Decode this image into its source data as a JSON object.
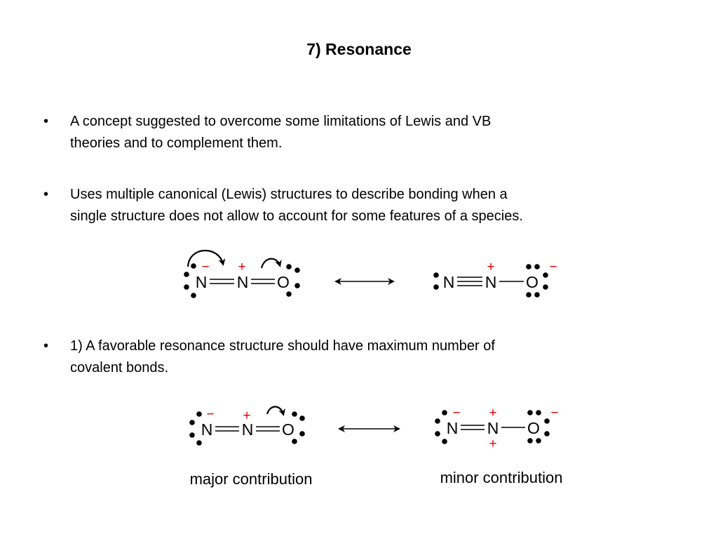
{
  "slide": {
    "title": "7) Resonance",
    "bullets": [
      {
        "marker": "•",
        "lines": [
          "A concept suggested to overcome some limitations of Lewis and VB",
          "theories and to complement them."
        ]
      },
      {
        "marker": "•",
        "lines": [
          "Uses multiple canonical (Lewis) structures to describe bonding when a",
          "single structure does not allow to account for some features of a species."
        ]
      },
      {
        "marker": "•",
        "lines": [
          "1) A favorable resonance structure should have maximum number of",
          "covalent bonds."
        ]
      }
    ]
  },
  "schemes": {
    "top": {
      "left": {
        "atoms": [
          "N",
          "N",
          "O"
        ],
        "charges": [
          "−",
          "+"
        ]
      },
      "right": {
        "atoms": [
          "N",
          "N",
          "O"
        ],
        "charges": [
          "+",
          "−"
        ]
      }
    },
    "bottom": {
      "left": {
        "atoms": [
          "N",
          "N",
          "O"
        ],
        "charges": [
          "−",
          "+"
        ],
        "caption": "major contribution"
      },
      "right": {
        "atoms": [
          "N",
          "N",
          "O"
        ],
        "charges": [
          "−",
          "+",
          "−",
          "+"
        ],
        "caption": "minor contribution"
      }
    }
  },
  "colors": {
    "charge": "#e00000",
    "text": "#000000",
    "background": "#ffffff"
  },
  "icons": {
    "bullet": "bullet-dot",
    "resonance": "double-headed-arrow-icon",
    "electron_shift": "curved-arrow-icon"
  }
}
